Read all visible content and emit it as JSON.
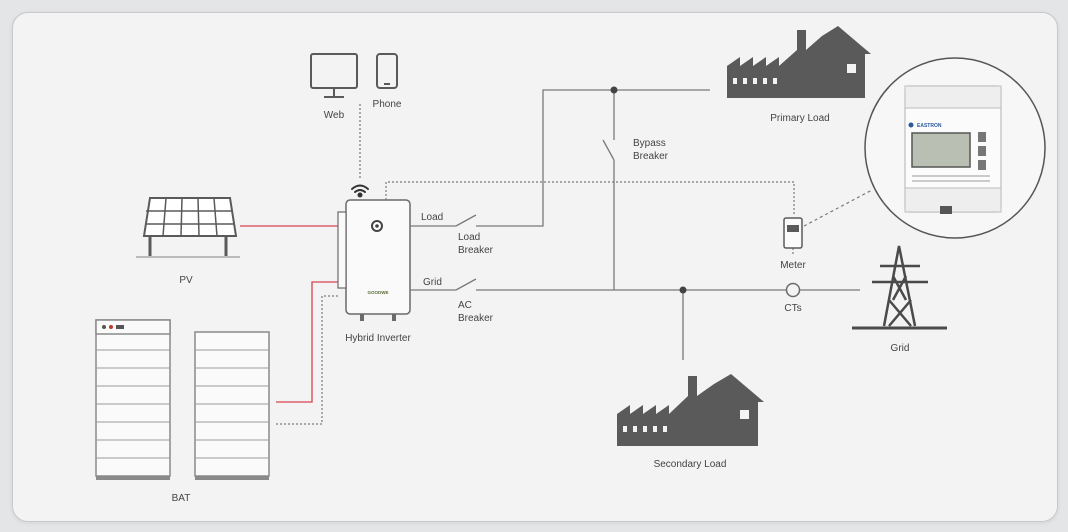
{
  "labels": {
    "web": "Web",
    "phone": "Phone",
    "pv": "PV",
    "bat": "BAT",
    "hybrid_inverter": "Hybrid Inverter",
    "load": "Load",
    "grid_port": "Grid",
    "load_breaker_1": "Load",
    "load_breaker_2": "Breaker",
    "ac_breaker_1": "AC",
    "ac_breaker_2": "Breaker",
    "bypass_breaker_1": "Bypass",
    "bypass_breaker_2": "Breaker",
    "primary_load": "Primary Load",
    "secondary_load": "Secondary Load",
    "meter": "Meter",
    "cts": "CTs",
    "grid": "Grid"
  },
  "inverter_brand": "GOODWE",
  "meter_brand": "EASTRON",
  "colors": {
    "line": "#7a7a7a",
    "dc_line": "#d9434f",
    "icon": "#5a5a5a",
    "background": "#f3f3f3"
  },
  "icons": {
    "web": "monitor-icon",
    "phone": "smartphone-icon",
    "wifi": "wifi-icon",
    "pv": "solar-panel-icon",
    "battery": "battery-stack-icon",
    "inverter": "hybrid-inverter-icon",
    "primary_load": "factory-house-icon",
    "secondary_load": "factory-house-icon",
    "meter": "energy-meter-icon",
    "grid": "transmission-tower-icon"
  }
}
